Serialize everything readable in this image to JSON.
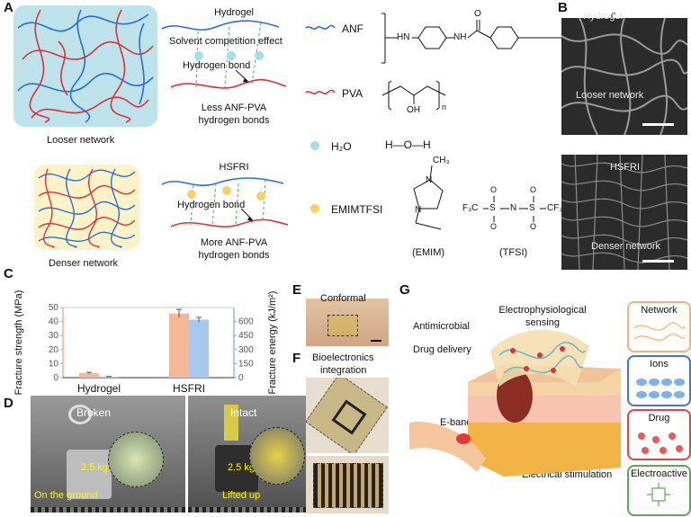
{
  "panels": {
    "a": "A",
    "b": "B",
    "c": "C",
    "d": "D",
    "e": "E",
    "f": "F",
    "g": "G"
  },
  "panel_a": {
    "looser_network": "Looser network",
    "denser_network": "Denser network",
    "hydrogel_title": "Hydrogel",
    "solvent_effect": "Solvent competition effect",
    "hbond_top": "Hydrogen bond",
    "less_bonds_1": "Less ANF-PVA",
    "less_bonds_2": "hydrogen bonds",
    "hsfri_title": "HSFRI",
    "hbond_bottom": "Hydrogen bond",
    "more_bonds_1": "More ANF-PVA",
    "more_bonds_2": "hydrogen bonds",
    "legend_anf": "ANF",
    "legend_pva": "PVA",
    "legend_h2o": "H₂O",
    "legend_emim": "EMIMTFSI",
    "chem_hn": "HN",
    "chem_nh": "NH",
    "chem_o": "O",
    "chem_n_sub": "n",
    "chem_oh": "OH",
    "chem_h2o": "H—O—H",
    "chem_ch3": "CH₃",
    "chem_n_plus": "N",
    "chem_n": "N",
    "chem_f3c": "F₃C",
    "chem_cf3": "CF₃",
    "chem_s": "S",
    "chem_n_minus": "N",
    "chem_o_atom": "O",
    "emim_label": "(EMIM)",
    "tfsi_label": "(TFSI)"
  },
  "panel_b": {
    "hydrogel": "Hydrogel",
    "looser": "Looser network",
    "hsfri": "HSFRI",
    "denser": "Denser network"
  },
  "chart_data": {
    "type": "bar",
    "categories": [
      "Hydrogel",
      "HSFRI"
    ],
    "series": [
      {
        "name": "Fracture strength",
        "axis": "left",
        "color": "#f7b89a",
        "values": [
          3.3,
          45.7
        ],
        "errors": [
          0.5,
          3.0
        ]
      },
      {
        "name": "Fracture energy",
        "axis": "right",
        "color": "#a9c8ee",
        "values": [
          10,
          620
        ],
        "errors": [
          3,
          25
        ]
      }
    ],
    "ylabel_left": "Fracture strength (MPa)",
    "ylabel_right": "Fracture energy (kJ/m²)",
    "ylim_left": [
      0,
      50
    ],
    "ylim_right": [
      0,
      750
    ],
    "yticks_left": [
      "0",
      "10",
      "20",
      "30",
      "40",
      "50"
    ],
    "yticks_right": [
      "0",
      "150",
      "300",
      "450",
      "600"
    ],
    "left_axis_color": "#e9a07c",
    "right_axis_color": "#7ea8d8"
  },
  "panel_d": {
    "broken": "Broken",
    "weight_left": "2.5 kg",
    "on_ground": "On the ground",
    "intact": "Intact",
    "weight_right": "2.5 kg",
    "lifted": "Lifted up"
  },
  "panel_e": {
    "conformal": "Conformal"
  },
  "panel_f": {
    "line1": "Bioelectronics",
    "line2": "integration"
  },
  "panel_g": {
    "antimicrobial": "Antimicrobial",
    "drug_delivery": "Drug delivery",
    "electro_1": "Electrophysiological",
    "electro_2": "sensing",
    "ebandage": "E-bandage",
    "stimulation": "Electrical stimulation",
    "box_network": "Network",
    "box_ions": "Ions",
    "box_drug": "Drug",
    "box_electroactive": "Electroactive"
  },
  "colors": {
    "anf": "#2a6fd6",
    "pva": "#d8343c",
    "loose_bg": "#bfe3ea",
    "dense_bg": "#fdf3c8",
    "water": "#a8dde5",
    "emim": "#f6d26b",
    "network_box": "#f1b27e",
    "ions_box": "#4a74c9",
    "drug_box": "#e0454a",
    "electroactive_box": "#5ea85b"
  }
}
